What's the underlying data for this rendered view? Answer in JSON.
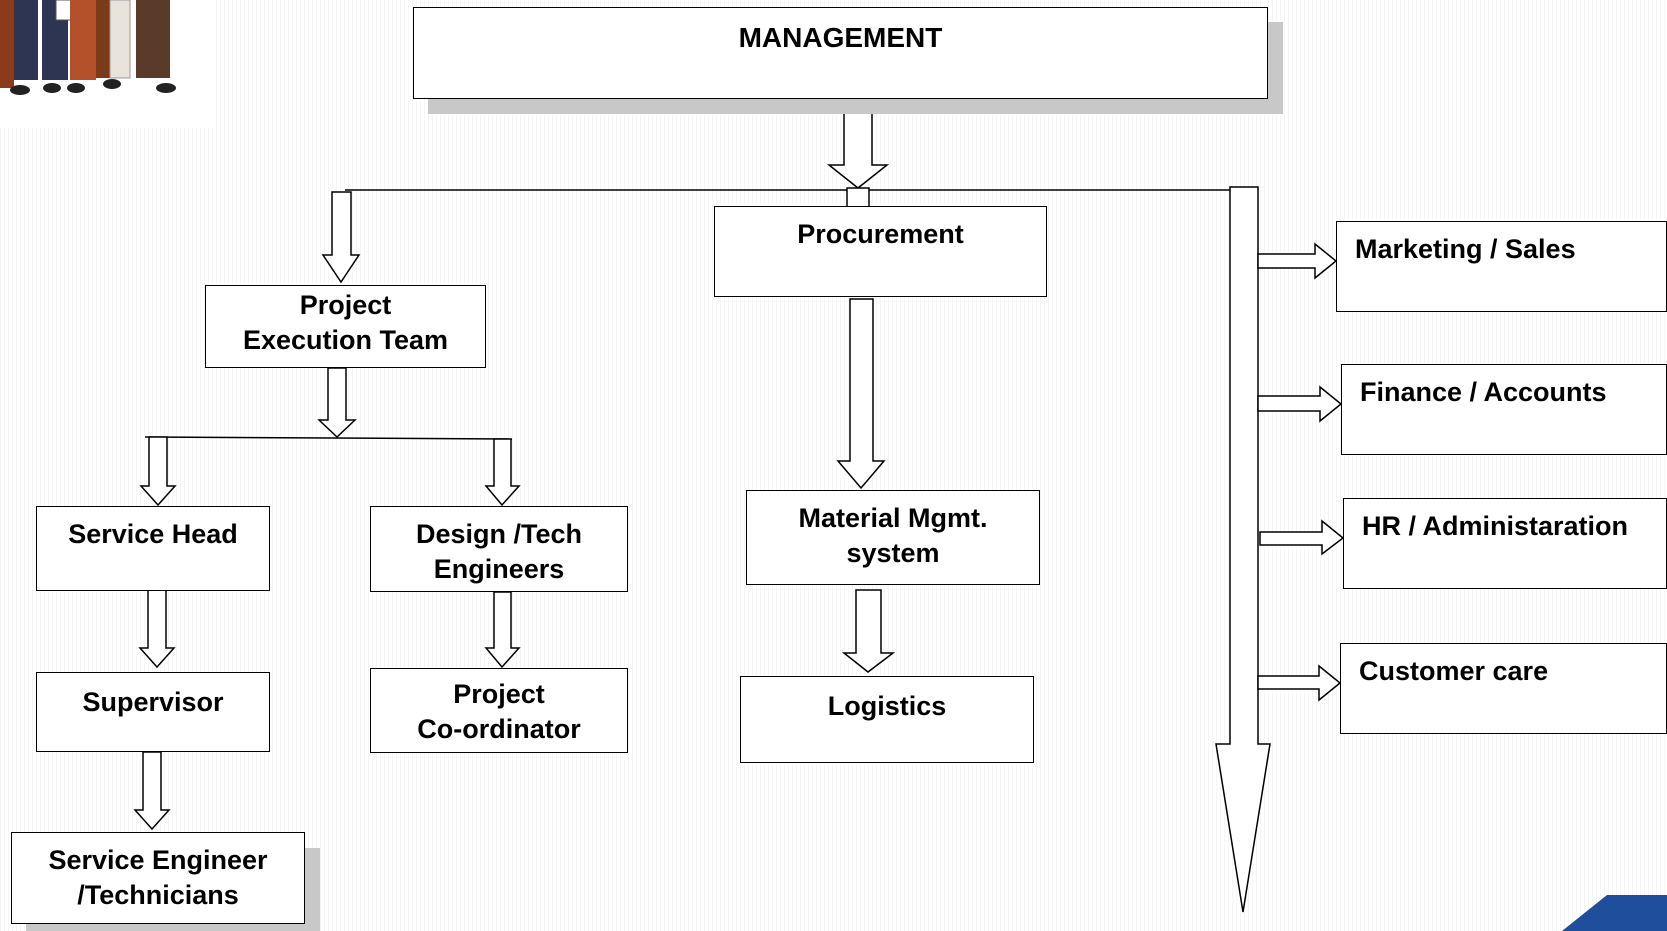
{
  "org_chart": {
    "management": "MANAGEMENT",
    "procurement": "Procurement",
    "project_execution_team": "Project\nExecution Team",
    "service_head": "Service Head",
    "design_tech_engineers": "Design /Tech\nEngineers",
    "supervisor": "Supervisor",
    "project_coordinator": "Project\nCo-ordinator",
    "service_engineer_technicians": "Service Engineer\n/Technicians",
    "material_mgmt_system": "Material Mgmt.\nsystem",
    "logistics": "Logistics",
    "marketing_sales": "Marketing / Sales",
    "finance_accounts": "Finance / Accounts",
    "hr_administration": "HR / Administaration",
    "customer_care": "Customer care"
  },
  "colors": {
    "stroke": "#000000",
    "box_fill": "#ffffff",
    "shadow": "#c8c8c8",
    "corner_accent": "#1f4e9c"
  },
  "icons": {
    "illustration": "people-illustration",
    "corner": "corner-triangle-decoration"
  }
}
